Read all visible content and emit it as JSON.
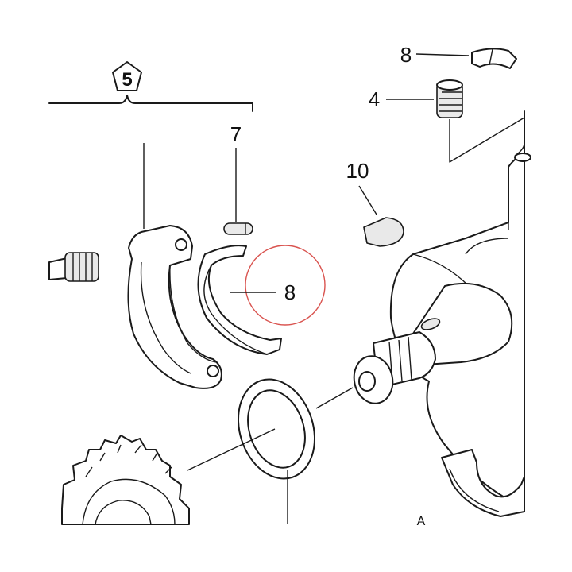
{
  "callouts": {
    "group": "5",
    "pin": "7",
    "bearing_shell": "8",
    "bearing_top": "8",
    "screw": "4",
    "key": "10",
    "corner_mark": "A"
  },
  "highlight": {
    "stroke_color": "#d9534f"
  }
}
